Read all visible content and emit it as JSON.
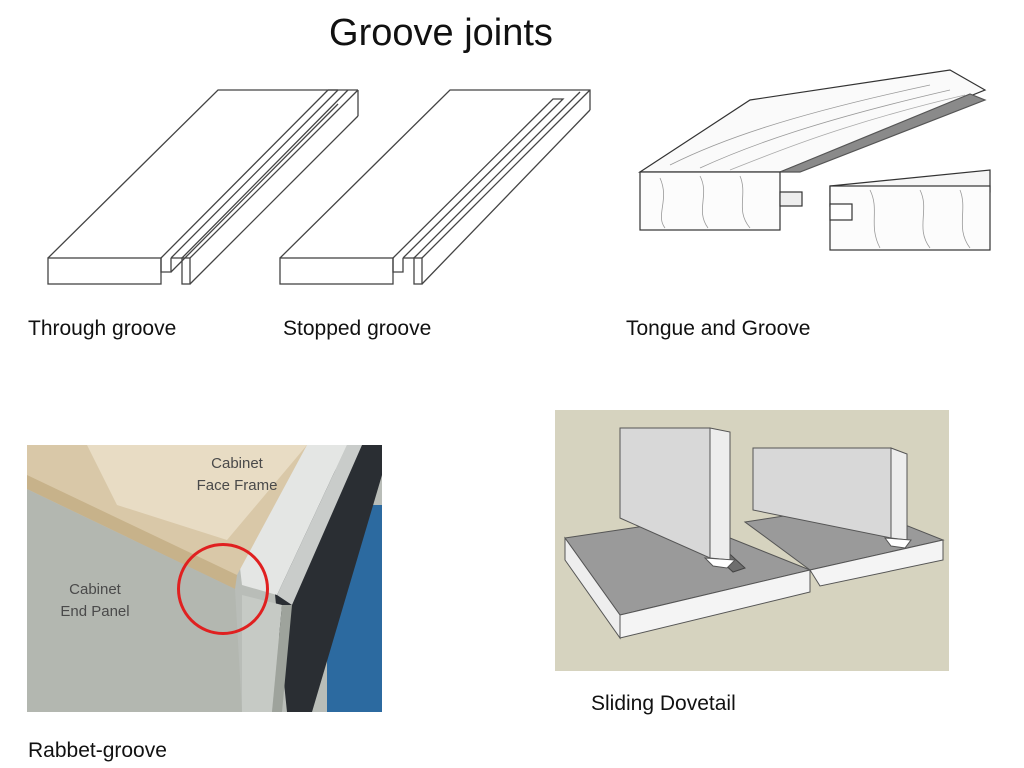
{
  "slide": {
    "title": "Groove joints"
  },
  "figures": {
    "through_groove": {
      "caption": "Through groove"
    },
    "stopped_groove": {
      "caption": "Stopped groove"
    },
    "tongue_and_groove": {
      "caption": "Tongue and Groove"
    },
    "rabbet_groove": {
      "caption": "Rabbet-groove",
      "label_face_frame_line1": "Cabinet",
      "label_face_frame_line2": "Face Frame",
      "label_end_panel_line1": "Cabinet",
      "label_end_panel_line2": "End Panel"
    },
    "sliding_dovetail": {
      "caption": "Sliding Dovetail"
    }
  },
  "colors": {
    "highlight_circle": "#e02020",
    "dovetail_background": "#d6d3bf"
  }
}
